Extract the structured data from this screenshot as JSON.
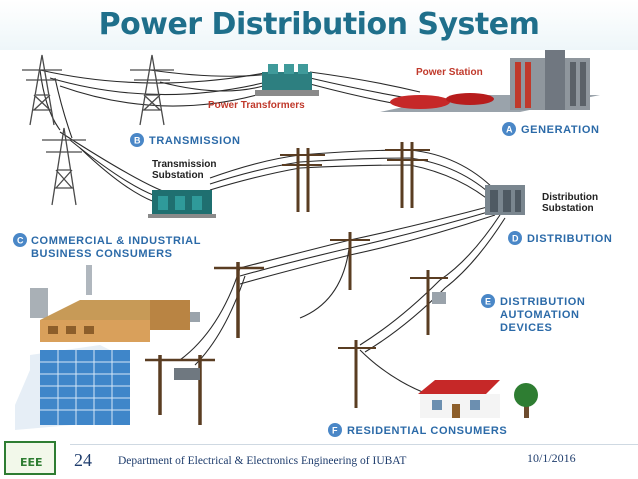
{
  "slide": {
    "title": "Power Distribution System",
    "page_number": "24",
    "department": "Department of Electrical & Electronics Engineering of  IUBAT",
    "date": "10/1/2016",
    "logo_text": "EEE"
  },
  "diagram": {
    "power_station_label": "Power Station",
    "power_transformers_label": "Power Transformers",
    "transmission_substation_label_line1": "Transmission",
    "transmission_substation_label_line2": "Substation",
    "distribution_substation_label_line1": "Distribution",
    "distribution_substation_label_line2": "Substation",
    "stages": [
      {
        "letter": "A",
        "label": "GENERATION"
      },
      {
        "letter": "B",
        "label": "TRANSMISSION"
      },
      {
        "letter": "C",
        "label_line1": "COMMERCIAL & INDUSTRIAL",
        "label_line2": "BUSINESS CONSUMERS"
      },
      {
        "letter": "D",
        "label": "DISTRIBUTION"
      },
      {
        "letter": "E",
        "label_line1": "DISTRIBUTION",
        "label_line2": "AUTOMATION",
        "label_line3": "DEVICES"
      },
      {
        "letter": "F",
        "label": "RESIDENTIAL CONSUMERS"
      }
    ],
    "colors": {
      "title": "#1f6f8b",
      "stage_label": "#2b6aa8",
      "power_station_label": "#c0392b",
      "tower": "#4a4a4a",
      "pole": "#5a3d22",
      "wire": "#2a2a2a",
      "transformer": "#1f6f70",
      "glass_building": "#3f86c9",
      "house_roof": "#c62828"
    }
  }
}
